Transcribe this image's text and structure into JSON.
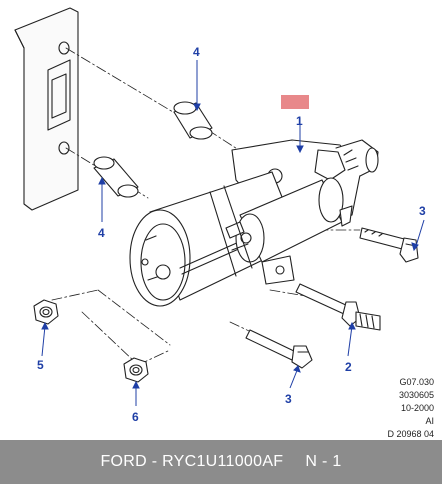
{
  "diagram": {
    "callouts": [
      {
        "id": "1",
        "label": "1"
      },
      {
        "id": "2",
        "label": "2"
      },
      {
        "id": "3a",
        "label": "3"
      },
      {
        "id": "3b",
        "label": "3"
      },
      {
        "id": "4a",
        "label": "4"
      },
      {
        "id": "4b",
        "label": "4"
      },
      {
        "id": "5",
        "label": "5"
      },
      {
        "id": "6",
        "label": "6"
      }
    ],
    "reference": {
      "line1": "G07.030",
      "line2": "3030605",
      "line3": "10-2000",
      "line4": "AI",
      "line5": "D 20968 04"
    },
    "colors": {
      "callout": "#1f3fa6",
      "highlight": "#e8888a",
      "footer_bg": "#8c8c8c"
    }
  },
  "footer": {
    "part": "FORD - RYC1U11000AF",
    "sheet": "N - 1"
  }
}
